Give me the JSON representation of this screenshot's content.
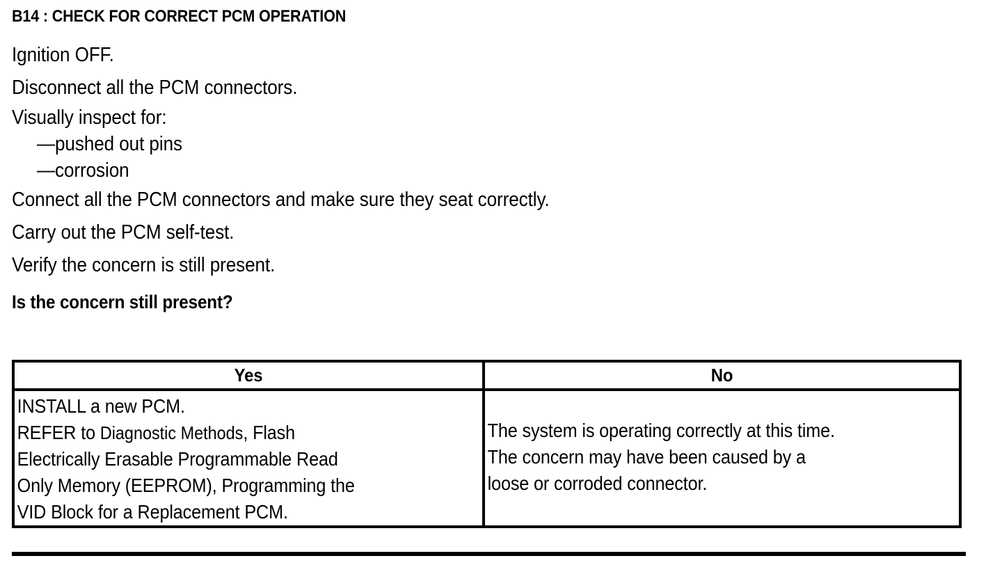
{
  "document": {
    "step_heading": "B14 : CHECK FOR CORRECT PCM OPERATION",
    "procedure": [
      {
        "text": "Ignition OFF.",
        "style": "normal"
      },
      {
        "text": "Disconnect all the PCM connectors.",
        "style": "normal"
      },
      {
        "text": "Visually inspect for:",
        "style": "normal"
      },
      {
        "text": "—pushed out pins",
        "style": "sub"
      },
      {
        "text": "—corrosion",
        "style": "sub"
      },
      {
        "text": "Connect all the PCM connectors and make sure they seat correctly.",
        "style": "normal"
      },
      {
        "text": "Carry out the PCM self-test.",
        "style": "normal"
      },
      {
        "text": "Verify the concern is still present.",
        "style": "normal"
      }
    ],
    "question": "Is the concern still present?"
  },
  "decision_table": {
    "headers": {
      "yes": "Yes",
      "no": "No"
    },
    "yes_cell": {
      "lines": [
        "INSTALL a new PCM.",
        "REFER to Diagnostic Methods, Flash",
        "Electrically Erasable Programmable Read",
        "Only Memory (EEPROM), Programming the",
        "VID Block for a Replacement PCM."
      ],
      "line_2_prefix": "REFER to ",
      "line_2_reference": "Diagnostic Methods",
      "line_2_suffix": ", Flash"
    },
    "no_cell": {
      "lines": [
        "The system is operating correctly at this time.",
        "The concern may have been caused by a",
        "loose or corroded connector."
      ]
    }
  },
  "styling": {
    "text_color": "#000000",
    "background_color": "#ffffff",
    "border_color": "#000000"
  }
}
